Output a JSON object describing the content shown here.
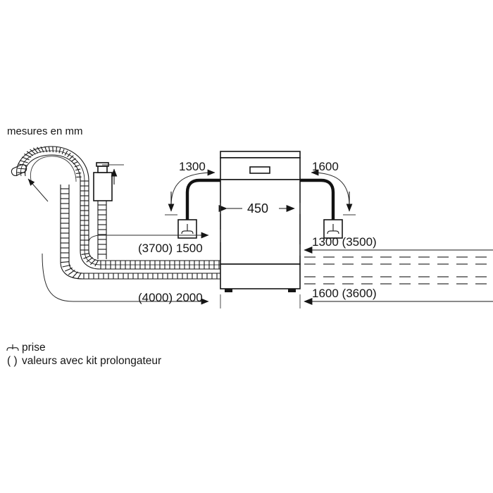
{
  "document": {
    "title": "mesures en mm",
    "language": "fr"
  },
  "diagram": {
    "subject": "dishwasher-installation-connections",
    "appliance_width_label": "450",
    "labels": {
      "unit_note": "mesures en mm",
      "width": "450",
      "left_socket_height": "1300",
      "right_socket_height": "1600",
      "left_inlet_hose": "(3700) 1500",
      "left_drain_hose": "(4000) 2000",
      "right_inlet_hose": "1300 (3500)",
      "right_drain_hose": "1600 (3600)"
    },
    "legend": [
      {
        "symbol": "power-socket-icon",
        "text": "prise"
      },
      {
        "symbol": "parentheses",
        "text": "valeurs avec kit prolongateur"
      }
    ],
    "legend_rows": {
      "socket": "prise",
      "extension": "valeurs avec kit prolongateur",
      "extension_prefix": "( )"
    },
    "colors": {
      "line": "#151515",
      "dashed_hose": "#6d6d6d",
      "background": "#ffffff",
      "thin_line": "#3a3a3a"
    },
    "elements": {
      "appliance": "dishwasher-front-view",
      "left_hoses": "corrugated-supply-and-drain-hose",
      "right_hoses": "dashed-extension-hose-routing",
      "aquastop": "aquastop-valve-block",
      "hose_end": "hose-end-fitting"
    }
  }
}
